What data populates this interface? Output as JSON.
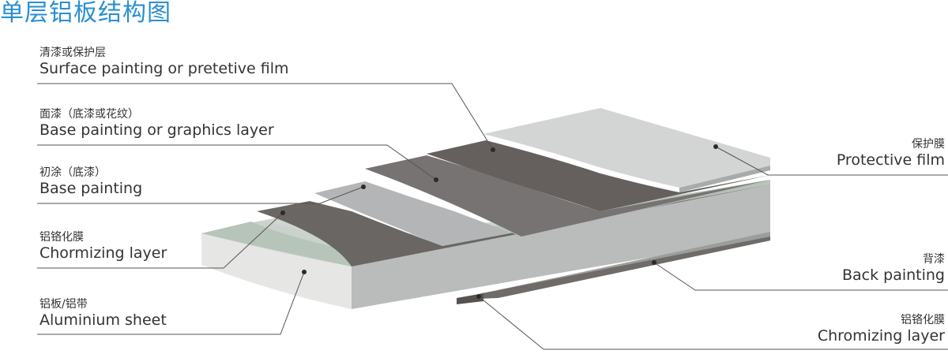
{
  "title": "单层铝板结构图",
  "left_labels": [
    {
      "cn": "清漆或保护层",
      "en": "Surface painting or pretetive film"
    },
    {
      "cn": "面漆（底漆或花纹）",
      "en": "Base painting or graphics layer"
    },
    {
      "cn": "初涂（底漆）",
      "en": "Base painting"
    },
    {
      "cn": "铝铬化膜",
      "en": "Chormizing layer"
    },
    {
      "cn": "铝板/铝带",
      "en": "Aluminium sheet"
    }
  ],
  "right_labels": [
    {
      "cn": "保护膜",
      "en": "Protective film"
    },
    {
      "cn": "背漆",
      "en": "Back painting"
    },
    {
      "cn": "铝铬化膜",
      "en": "Chromizing layer"
    }
  ],
  "colors": {
    "title": "#2a8fd0",
    "protective_film": "#d2d3d3",
    "surface_dark": "#66615f",
    "light_layer": "#b2b3b4",
    "chromizing_green": "#b7c4b9",
    "sheet_top": "#c4c9c6",
    "sheet_front": "#e2e3e1",
    "sheet_side": "#bcbfbd",
    "leader_line": "#555555"
  }
}
